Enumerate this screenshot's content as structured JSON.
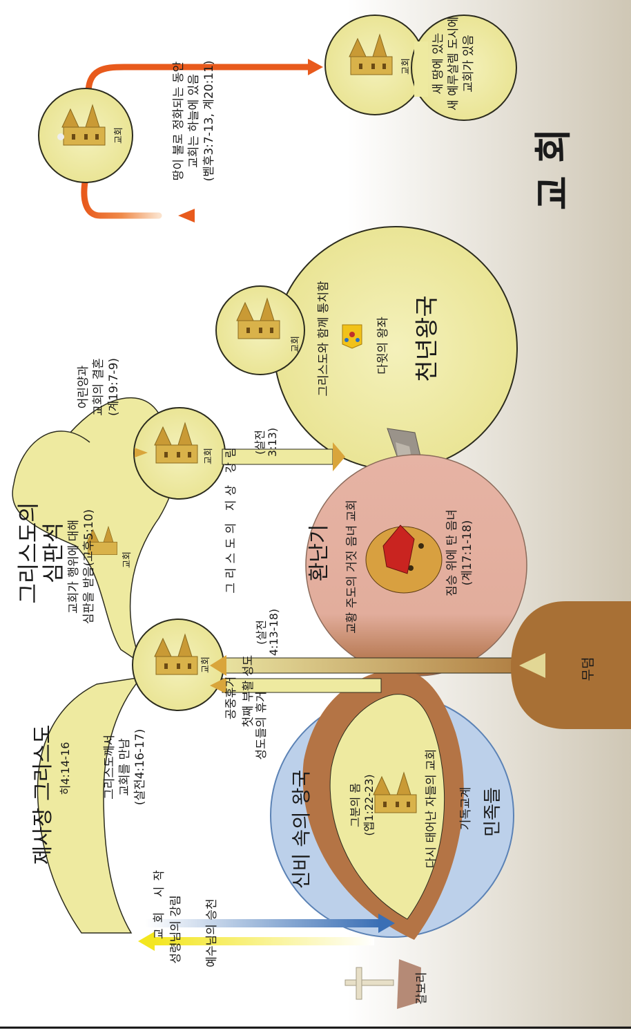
{
  "title": "교 회",
  "labels": {
    "golgotha": "갈보리",
    "ascension": "예수님의 승천",
    "holy_spirit_coming": "성령님의 강림",
    "church_start": "교회 시작",
    "high_priest": "제사장 그리스도",
    "high_priest_ref": "히4:14-16",
    "meet_church_1": "그리스도께서",
    "meet_church_2": "교회를 만남",
    "meet_church_3": "(살전4:16-17)",
    "kingdom_mystery": "신비 속의 왕국",
    "body_1": "그분의 몸",
    "body_2": "(엡1:22-23)",
    "reborn_church": "다시 태어난 자들의 교회",
    "christendom": "기독교계",
    "nations": "민족들",
    "judgment_seat_1": "그리스도의",
    "judgment_seat_2": "심판석",
    "judgment_desc_1": "교회가 행위에 대해",
    "judgment_desc_2": "심판을 받음(고후5:10)",
    "rapture_air": "공중휴거",
    "living_saints": "성도들의 휴거",
    "first_resurrection": "첫째 부활 성도",
    "rapture_ref_1": "(살전",
    "rapture_ref_2": "4:13-18)",
    "grave": "무덤",
    "tribulation": "환난기",
    "false_church": "교황 주도의 거짓 음녀 교회",
    "harlot_1": "짐승 위에 탄 음녀",
    "harlot_2": "(계17:1-18)",
    "wedding_1": "어린양과",
    "wedding_2": "교회의 결혼",
    "wedding_3": "(계19:7-9)",
    "second_coming": "그리스도의 지상 강림",
    "second_coming_ref_1": "(살전",
    "second_coming_ref_2": "3:13)",
    "millennium": "천년왕국",
    "reign_with_christ": "그리스도와 함께 통치함",
    "david_throne": "다윗의 왕좌",
    "heaven_1": "땅이 불로 정화되는 동안",
    "heaven_2": "교회는 하늘에 있음",
    "heaven_3": "(벧후3:7-13, 계20:11)",
    "new_earth_1": "새 땅에 있는",
    "new_earth_2": "새 예루살렘 도시에",
    "new_earth_3": "교회가 있음",
    "church_label": "교회"
  },
  "colors": {
    "yellow_bubble": "#eeeaa0",
    "yellow_stroke": "#3b3b2a",
    "blue_circle": "#bcd0ea",
    "brown_band": "#b47445",
    "tribulation_pink": "#e6b3a4",
    "orange_arrow": "#e96221",
    "golden_arrow": "#d9a53b"
  }
}
